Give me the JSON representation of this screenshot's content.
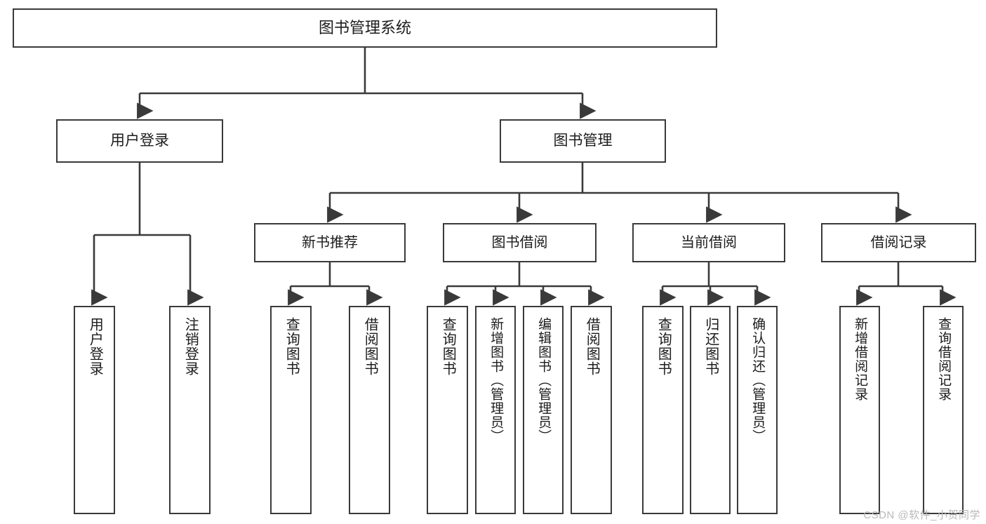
{
  "diagram": {
    "type": "tree",
    "title": "图书管理系统",
    "root": {
      "label": "图书管理系统"
    },
    "level2": [
      {
        "label": "用户登录"
      },
      {
        "label": "图书管理"
      }
    ],
    "level3": [
      {
        "label": "新书推荐"
      },
      {
        "label": "图书借阅"
      },
      {
        "label": "当前借阅"
      },
      {
        "label": "借阅记录"
      }
    ],
    "leaves": [
      {
        "label": "用户登录"
      },
      {
        "label": "注销登录"
      },
      {
        "label": "查询图书"
      },
      {
        "label": "借阅图书"
      },
      {
        "label": "查询图书"
      },
      {
        "label": "新增图书（管理员）"
      },
      {
        "label": "编辑图书（管理员）"
      },
      {
        "label": "借阅图书"
      },
      {
        "label": "查询图书"
      },
      {
        "label": "归还图书"
      },
      {
        "label": "确认归还（管理员）"
      },
      {
        "label": "新增借阅记录"
      },
      {
        "label": "查询借阅记录"
      }
    ]
  },
  "watermark": {
    "text": "CSDN @软件_小贺同学"
  },
  "colors": {
    "border": "#3a3a3a",
    "text": "#1c1c1c",
    "background": "#ffffff",
    "connector": "#3a3a3a",
    "watermark": "#b9b9b9"
  }
}
